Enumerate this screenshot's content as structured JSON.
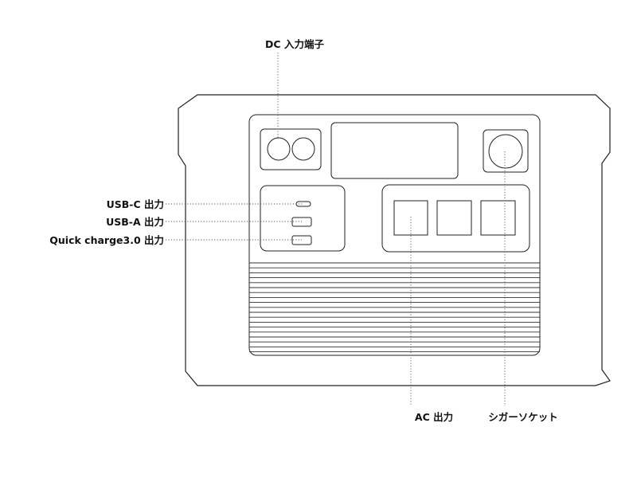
{
  "labels": {
    "dc_input": "DC 入力端子",
    "usb_c": "USB-C 出力",
    "usb_a": "USB-A 出力",
    "quick_charge": "Quick charge3.0 出力",
    "ac_output": "AC 出力",
    "cigar_socket": "シガーソケット"
  },
  "colors": {
    "line": "#222222",
    "text": "#111111",
    "background": "#ffffff"
  }
}
